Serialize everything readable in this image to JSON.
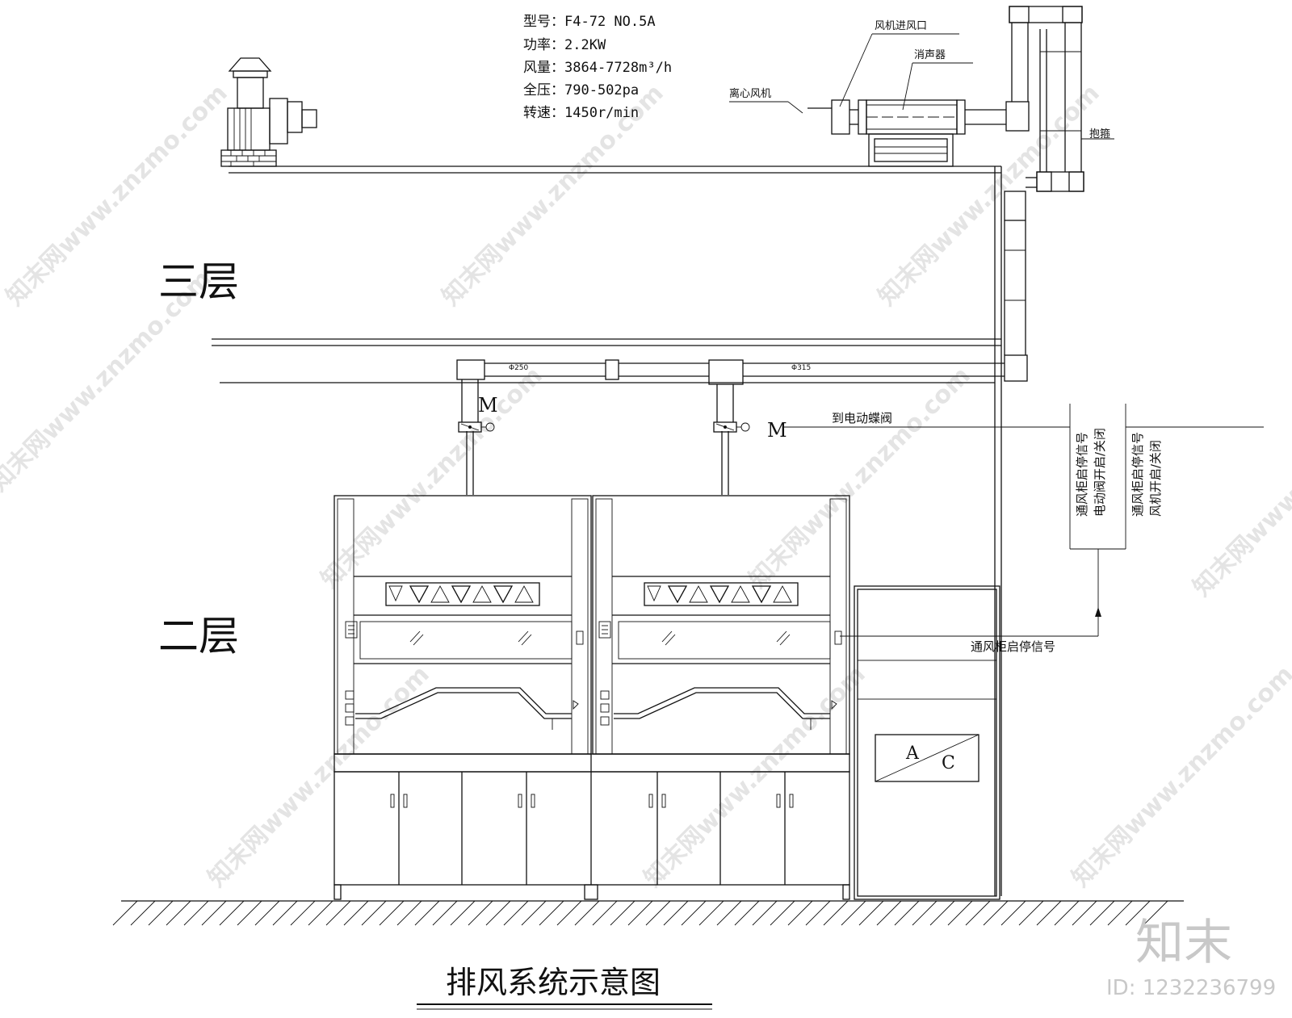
{
  "specs": {
    "model": "型号：F4-72 NO.5A",
    "power": "功率：2.2KW",
    "airflow": "风量：3864-7728m³/h",
    "pressure": "全压：790-502pa",
    "speed": "转速：1450r/min"
  },
  "labels": {
    "fan_inlet": "风机进风口",
    "centrifugal_fan": "离心风机",
    "silencer": "消声器",
    "clamp": "抱箍",
    "floor_3": "三层",
    "floor_2": "二层",
    "duct_250": "Φ250",
    "duct_315": "Φ315",
    "motor_1": "M",
    "motor_2": "M",
    "to_butterfly_valve": "到电动蝶阀",
    "valve_signal_line1": "通风柜启停信号",
    "valve_signal_line2": "电动阀开启/关闭",
    "fan_signal_line1": "通风柜启停信号",
    "fan_signal_line2": "风机开启/关闭",
    "hood_signal": "通风柜启停信号",
    "ac_a": "A",
    "ac_c": "C",
    "title": "排风系统示意图"
  },
  "watermark": {
    "site": "知末网www.znzmo.com",
    "brand": "知末",
    "id": "ID: 1232236799"
  },
  "colors": {
    "line": "#111111",
    "watermark": "#e4e4e4",
    "brand_watermark": "#c8c8c8"
  }
}
